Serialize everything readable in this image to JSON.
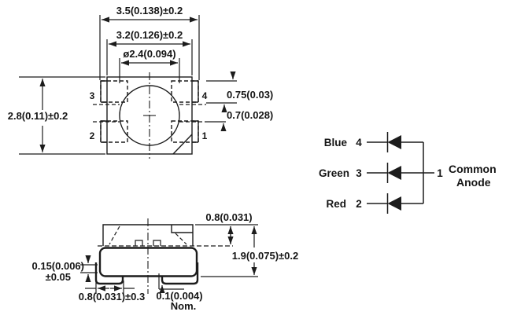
{
  "top_view": {
    "dims": {
      "outer_width": "3.5(0.138)±0.2",
      "body_width": "3.2(0.126)±0.2",
      "lens_diameter": "ø2.4(0.094)",
      "body_height": "2.8(0.11)±0.2",
      "pad_height": "0.75(0.03)",
      "pad_gap": "0.7(0.028)"
    },
    "pins": {
      "top_left": "3",
      "bottom_left": "2",
      "top_right": "4",
      "bottom_right": "1"
    }
  },
  "side_view": {
    "dims": {
      "top_height": "0.8(0.031)",
      "total_height": "1.9(0.075)±0.2",
      "standoff_line1": "0.15(0.006)",
      "standoff_line2": "±0.05",
      "lead_width": "0.8(0.031)±0.3",
      "lead_nom_line1": "0.1(0.004)",
      "lead_nom_line2": "Nom."
    }
  },
  "schematic": {
    "rows": [
      {
        "color": "Blue",
        "pin": "4"
      },
      {
        "color": "Green",
        "pin": "3"
      },
      {
        "color": "Red",
        "pin": "2"
      }
    ],
    "common": {
      "pin": "1",
      "label_line1": "Common",
      "label_line2": "Anode"
    }
  },
  "colors": {
    "line": "#1c1c1c",
    "background": "#ffffff"
  }
}
